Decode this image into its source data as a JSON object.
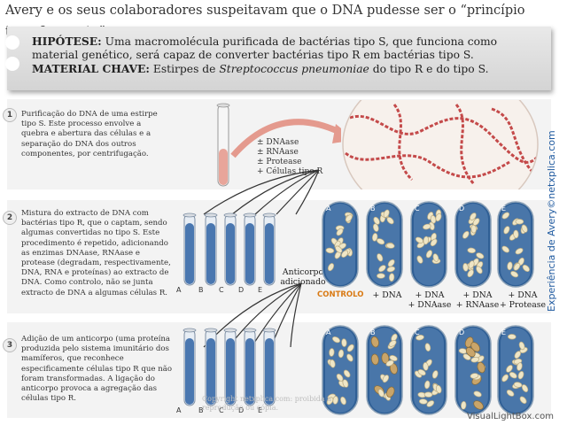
{
  "title": "Avery e os seus colaboradores suspeitavam que o DNA pudesse ser o “princípio transformante”.",
  "hypothesis": {
    "label": "HIPÓTESE:",
    "text": "Uma macromolécula purificada de bactérias tipo S, que funciona como material genético, será capaz de converter bactérias tipo R em bactérias tipo S.",
    "material_label": "MATERIAL CHAVE:",
    "material_text_a": "Estirpes de",
    "material_species": "Streptococcus pneumoniae",
    "material_text_b": "do tipo R e do tipo S."
  },
  "steps": [
    {
      "number": "1",
      "text": "Purificação do DNA de uma estirpe tipo S. Este processo envolve a quebra e abertura das células e a separação do DNA dos outros componentes, por centrifugação."
    },
    {
      "number": "2",
      "text": "Mistura do extracto de DNA com bactérias tipo R, que o captam, sendo algumas convertidas no tipo S. Este procedimento é repetido, adicionando as enzimas DNAase, RNAase e protease (degradam, respectivamente, DNA, RNA e proteínas) ao extracto de DNA. Como controlo, não se junta extracto de DNA a algumas células R."
    },
    {
      "number": "3",
      "text": "Adição de um anticorpo (uma proteína produzida pelo sistema imunitário dos mamíferos, que reconhece especificamente células tipo R que não foram transformadas. A ligação do anticorpo provoca a agregação das células tipo R."
    }
  ],
  "additions": [
    "± DNAase",
    "± RNAase",
    "± Protease",
    "+ Células tipo R"
  ],
  "antibody_label": "Anticorpo adicionado",
  "tube_letters": [
    "A",
    "B",
    "C",
    "D",
    "E"
  ],
  "control_label": "CONTROLO",
  "result_labels": [
    {
      "line1": "+ DNA",
      "line2": ""
    },
    {
      "line1": "+ DNA",
      "line2": "+ DNAase"
    },
    {
      "line1": "+ DNA",
      "line2": "+ RNAase"
    },
    {
      "line1": "+ DNA",
      "line2": "+ Protease"
    }
  ],
  "credit": "Experiência de Avery©netxplica.com",
  "watermark": "Copyright netxplica.com: proibida a reprodução ou cópia.",
  "visuallightbox": "VisualLightBox.com",
  "colors": {
    "tube_liquid": "#4a77b0",
    "dna_liquid": "#e8a59a",
    "control": "#d97a14",
    "credit": "#1f5aa0"
  }
}
